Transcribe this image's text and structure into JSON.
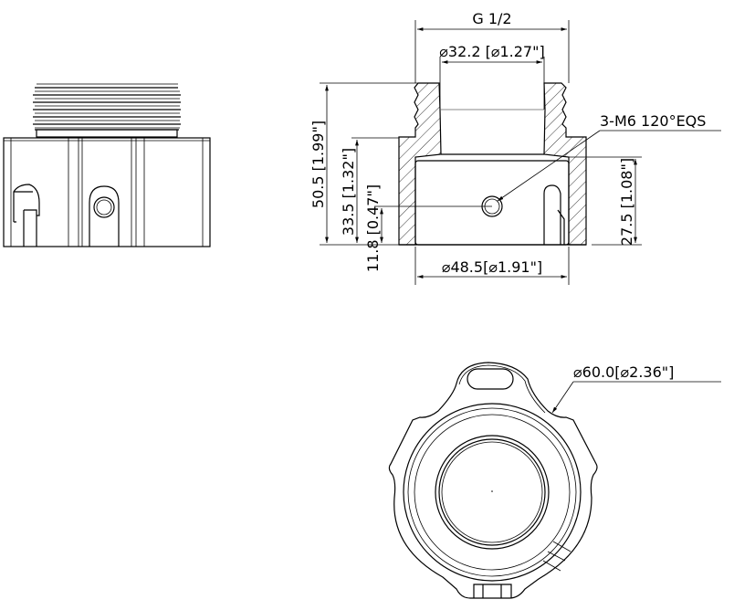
{
  "drawing": {
    "views": [
      "side-view",
      "section-view",
      "bottom-view"
    ],
    "dimensions": {
      "thread": "G 1/2",
      "inner_diameter": "⌀32.2 [⌀1.27\"]",
      "mount_holes": "3-M6 120°EQS",
      "total_height": "50.5 [1.99\"]",
      "body_height": "33.5 [1.32\"]",
      "hole_height": "11.8 [0.47\"]",
      "inner_height": "27.5 [1.08\"]",
      "outer_diameter": "⌀48.5[⌀1.91\"]",
      "flange_diameter": "⌀60.0[⌀2.36\"]"
    }
  }
}
